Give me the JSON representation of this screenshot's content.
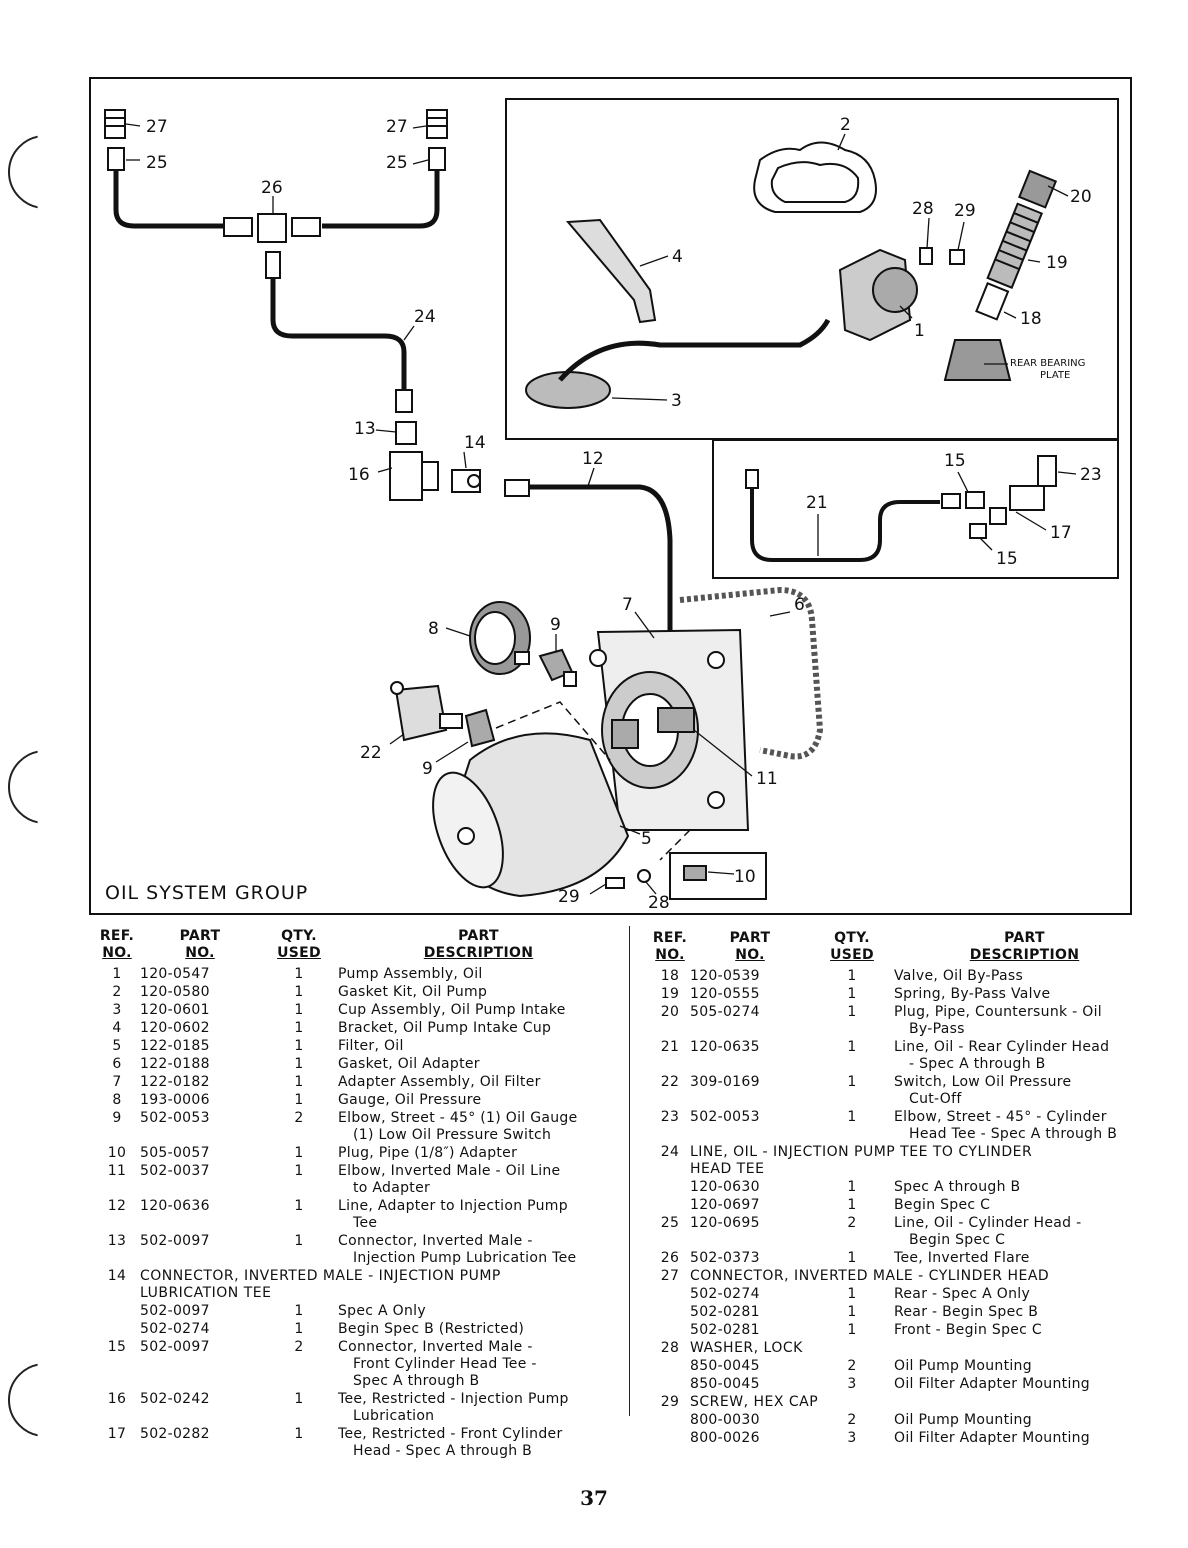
{
  "title": "OIL SYSTEM GROUP",
  "page_number": "37",
  "callouts": {
    "c27a": "27",
    "c27b": "27",
    "c25a": "25",
    "c25b": "25",
    "c26": "26",
    "c24": "24",
    "c13": "13",
    "c14": "14",
    "c16": "16",
    "c12": "12",
    "c2": "2",
    "c20": "20",
    "c28a": "28",
    "c29a": "29",
    "c4": "4",
    "c19": "19",
    "c18": "18",
    "c1": "1",
    "c3": "3",
    "rear_bearing_1": "REAR BEARING",
    "rear_bearing_2": "PLATE",
    "c15a": "15",
    "c21": "21",
    "c23": "23",
    "c17": "17",
    "c15b": "15",
    "c7": "7",
    "c6": "6",
    "c8": "8",
    "c9a": "9",
    "c22": "22",
    "c9b": "9",
    "c11": "11",
    "c5": "5",
    "c10": "10",
    "c29b": "29",
    "c28b": "28"
  },
  "headers": {
    "ref_1": "REF.",
    "ref_2": "NO.",
    "part_1": "PART",
    "part_2": "NO.",
    "qty_1": "QTY.",
    "qty_2": "USED",
    "desc_1": "PART",
    "desc_2": "DESCRIPTION"
  },
  "left_rows": [
    {
      "ref": "1",
      "part": "120-0547",
      "qty": "1",
      "desc": "Pump Assembly, Oil"
    },
    {
      "ref": "2",
      "part": "120-0580",
      "qty": "1",
      "desc": "Gasket Kit, Oil Pump"
    },
    {
      "ref": "3",
      "part": "120-0601",
      "qty": "1",
      "desc": "Cup Assembly, Oil Pump Intake"
    },
    {
      "ref": "4",
      "part": "120-0602",
      "qty": "1",
      "desc": "Bracket, Oil Pump Intake Cup"
    },
    {
      "ref": "5",
      "part": "122-0185",
      "qty": "1",
      "desc": "Filter, Oil"
    },
    {
      "ref": "6",
      "part": "122-0188",
      "qty": "1",
      "desc": "Gasket, Oil Adapter"
    },
    {
      "ref": "7",
      "part": "122-0182",
      "qty": "1",
      "desc": "Adapter Assembly, Oil Filter"
    },
    {
      "ref": "8",
      "part": "193-0006",
      "qty": "1",
      "desc": "Gauge, Oil Pressure"
    },
    {
      "ref": "9",
      "part": "502-0053",
      "qty": "2",
      "desc": "Elbow, Street - 45° (1) Oil Gauge",
      "desc2": "(1) Low Oil Pressure Switch"
    },
    {
      "ref": "10",
      "part": "505-0057",
      "qty": "1",
      "desc": "Plug, Pipe (1/8″) Adapter"
    },
    {
      "ref": "11",
      "part": "502-0037",
      "qty": "1",
      "desc": "Elbow, Inverted Male - Oil Line",
      "desc2": "to Adapter"
    },
    {
      "ref": "12",
      "part": "120-0636",
      "qty": "1",
      "desc": "Line, Adapter to Injection Pump",
      "desc2": "Tee"
    },
    {
      "ref": "13",
      "part": "502-0097",
      "qty": "1",
      "desc": "Connector, Inverted Male -",
      "desc2": "Injection Pump Lubrication Tee"
    },
    {
      "ref": "14",
      "group": "CONNECTOR, INVERTED MALE - INJECTION PUMP",
      "group2": "LUBRICATION TEE"
    },
    {
      "ref": "",
      "part": "502-0097",
      "qty": "1",
      "desc": "Spec A Only"
    },
    {
      "ref": "",
      "part": "502-0274",
      "qty": "1",
      "desc": "Begin Spec B (Restricted)"
    },
    {
      "ref": "15",
      "part": "502-0097",
      "qty": "2",
      "desc": "Connector, Inverted Male -",
      "desc2": "Front Cylinder Head Tee -",
      "desc3": "Spec A through B"
    },
    {
      "ref": "16",
      "part": "502-0242",
      "qty": "1",
      "desc": "Tee, Restricted - Injection Pump",
      "desc2": "Lubrication"
    },
    {
      "ref": "17",
      "part": "502-0282",
      "qty": "1",
      "desc": "Tee, Restricted - Front Cylinder",
      "desc2": "Head - Spec A through B"
    }
  ],
  "right_rows": [
    {
      "ref": "18",
      "part": "120-0539",
      "qty": "1",
      "desc": "Valve, Oil By-Pass"
    },
    {
      "ref": "19",
      "part": "120-0555",
      "qty": "1",
      "desc": "Spring, By-Pass Valve"
    },
    {
      "ref": "20",
      "part": "505-0274",
      "qty": "1",
      "desc": "Plug, Pipe, Countersunk - Oil",
      "desc2": "By-Pass"
    },
    {
      "ref": "21",
      "part": "120-0635",
      "qty": "1",
      "desc": "Line, Oil - Rear Cylinder Head",
      "desc2": "- Spec A through B"
    },
    {
      "ref": "22",
      "part": "309-0169",
      "qty": "1",
      "desc": "Switch, Low Oil Pressure",
      "desc2": "Cut-Off"
    },
    {
      "ref": "23",
      "part": "502-0053",
      "qty": "1",
      "desc": "Elbow, Street - 45° - Cylinder",
      "desc2": "Head Tee - Spec A through B"
    },
    {
      "ref": "24",
      "group": "LINE, OIL - INJECTION PUMP TEE TO CYLINDER",
      "group2": "HEAD TEE"
    },
    {
      "ref": "",
      "part": "120-0630",
      "qty": "1",
      "desc": "Spec A through B"
    },
    {
      "ref": "",
      "part": "120-0697",
      "qty": "1",
      "desc": "Begin Spec C"
    },
    {
      "ref": "25",
      "part": "120-0695",
      "qty": "2",
      "desc": "Line, Oil - Cylinder Head -",
      "desc2": "Begin Spec C"
    },
    {
      "ref": "26",
      "part": "502-0373",
      "qty": "1",
      "desc": "Tee, Inverted Flare"
    },
    {
      "ref": "27",
      "group": "CONNECTOR, INVERTED MALE - CYLINDER HEAD"
    },
    {
      "ref": "",
      "part": "502-0274",
      "qty": "1",
      "desc": "Rear - Spec A Only"
    },
    {
      "ref": "",
      "part": "502-0281",
      "qty": "1",
      "desc": "Rear - Begin Spec B"
    },
    {
      "ref": "",
      "part": "502-0281",
      "qty": "1",
      "desc": "Front - Begin Spec C"
    },
    {
      "ref": "28",
      "group": "WASHER, LOCK"
    },
    {
      "ref": "",
      "part": "850-0045",
      "qty": "2",
      "desc": "Oil Pump Mounting"
    },
    {
      "ref": "",
      "part": "850-0045",
      "qty": "3",
      "desc": "Oil Filter Adapter Mounting"
    },
    {
      "ref": "29",
      "group": "SCREW, HEX CAP"
    },
    {
      "ref": "",
      "part": "800-0030",
      "qty": "2",
      "desc": "Oil Pump Mounting"
    },
    {
      "ref": "",
      "part": "800-0026",
      "qty": "3",
      "desc": "Oil Filter Adapter Mounting"
    }
  ]
}
